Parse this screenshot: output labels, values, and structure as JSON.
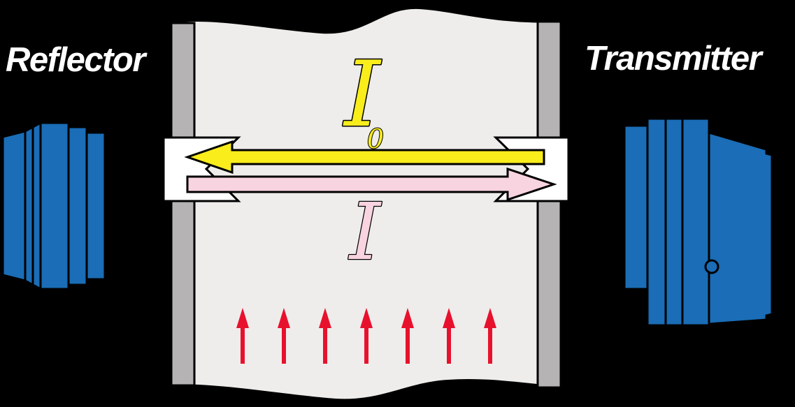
{
  "diagram": {
    "left_device_label": "Reflector",
    "right_device_label": "Transmitter",
    "incident_beam": {
      "symbol": "I",
      "subscript": "0"
    },
    "return_beam": {
      "symbol": "I"
    },
    "flow_arrows": {
      "count": 7
    },
    "colors": {
      "background": "#000000",
      "duct_interior": "#efedeb",
      "duct_wall": "#b5b3b4",
      "window_notch": "#ffffff",
      "incident_arrow": "#f9ed1c",
      "return_arrow": "#f8d3e0",
      "incident_symbol": "#f9ed1c",
      "return_symbol": "#f8d3e0",
      "flow_arrow": "#e8112d",
      "device_body": "#1a6db6",
      "connector": "#000000",
      "label_text": "#ffffff"
    }
  }
}
